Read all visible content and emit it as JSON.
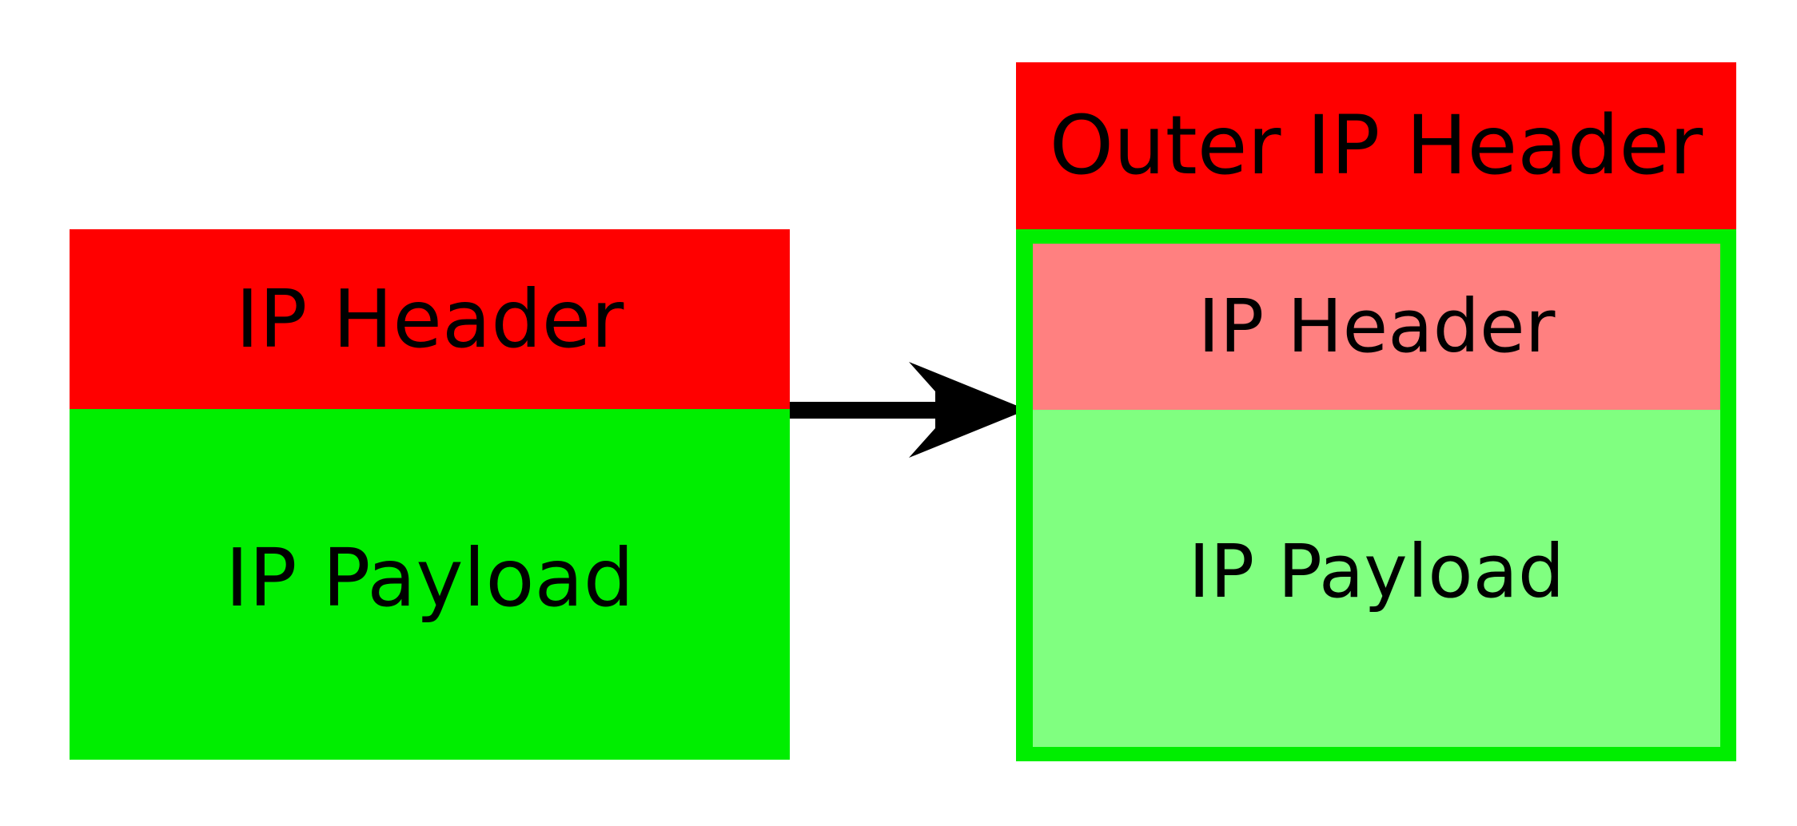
{
  "diagram": {
    "title": "IP encapsulation (tunnel mode)",
    "type": "packet-structure-diagram",
    "background_color": "#ffffff"
  },
  "left_packet": {
    "name": "original-ip-packet",
    "fields": [
      {
        "label": "IP Header",
        "color": "#ff0000"
      },
      {
        "label": "IP Payload",
        "color": "#00ee00"
      }
    ]
  },
  "arrow": {
    "name": "encapsulation-arrow",
    "direction": "right",
    "color": "#000000"
  },
  "right_packet": {
    "name": "encapsulated-ip-packet",
    "outer": {
      "label": "Outer IP Header",
      "color": "#ff0000"
    },
    "frame_color": "#00ee00",
    "inner_fields": [
      {
        "label": "IP Header",
        "color": "#ff8080"
      },
      {
        "label": "IP Payload",
        "color": "#80ff80"
      }
    ]
  },
  "colors": {
    "red": "#ff0000",
    "green": "#00ee00",
    "light_red": "#ff8080",
    "light_green": "#80ff80",
    "black": "#000000",
    "white": "#ffffff"
  }
}
